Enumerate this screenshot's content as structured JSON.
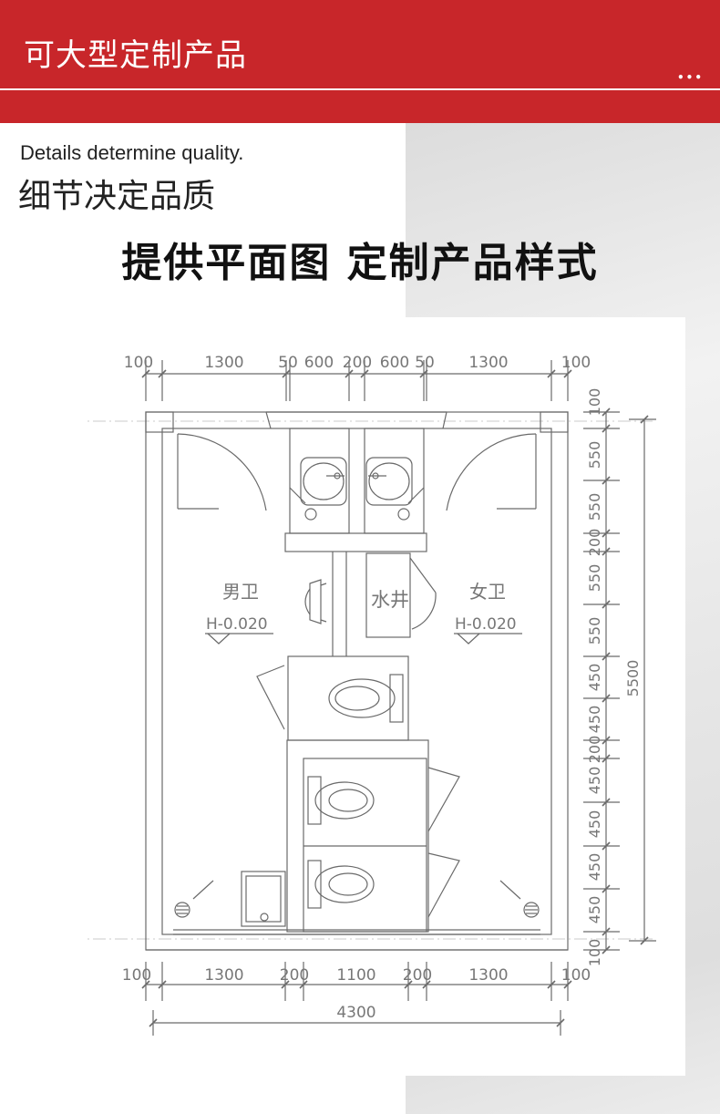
{
  "banner": {
    "title": "可大型定制产品",
    "dots": "•••"
  },
  "subtitle": {
    "en": "Details determine quality.",
    "cn": "细节决定品质"
  },
  "headline": "提供平面图  定制产品样式",
  "plan": {
    "rooms": {
      "men": "男卫",
      "women": "女卫",
      "shaft": "水井"
    },
    "elevation": "H-0.020",
    "top_dims": [
      "100",
      "1300",
      "50",
      "600",
      "200",
      "600",
      "50",
      "1300",
      "100"
    ],
    "bottom_dims": [
      "100",
      "1300",
      "200",
      "1100",
      "200",
      "1300",
      "100"
    ],
    "total_width": "4300",
    "right_dims": [
      "100",
      "550",
      "550",
      "200",
      "550",
      "550",
      "450",
      "450",
      "200",
      "450",
      "450",
      "450",
      "450",
      "100"
    ],
    "total_height": "5500",
    "colors": {
      "line": "#6a6a6a",
      "text": "#777777"
    }
  }
}
